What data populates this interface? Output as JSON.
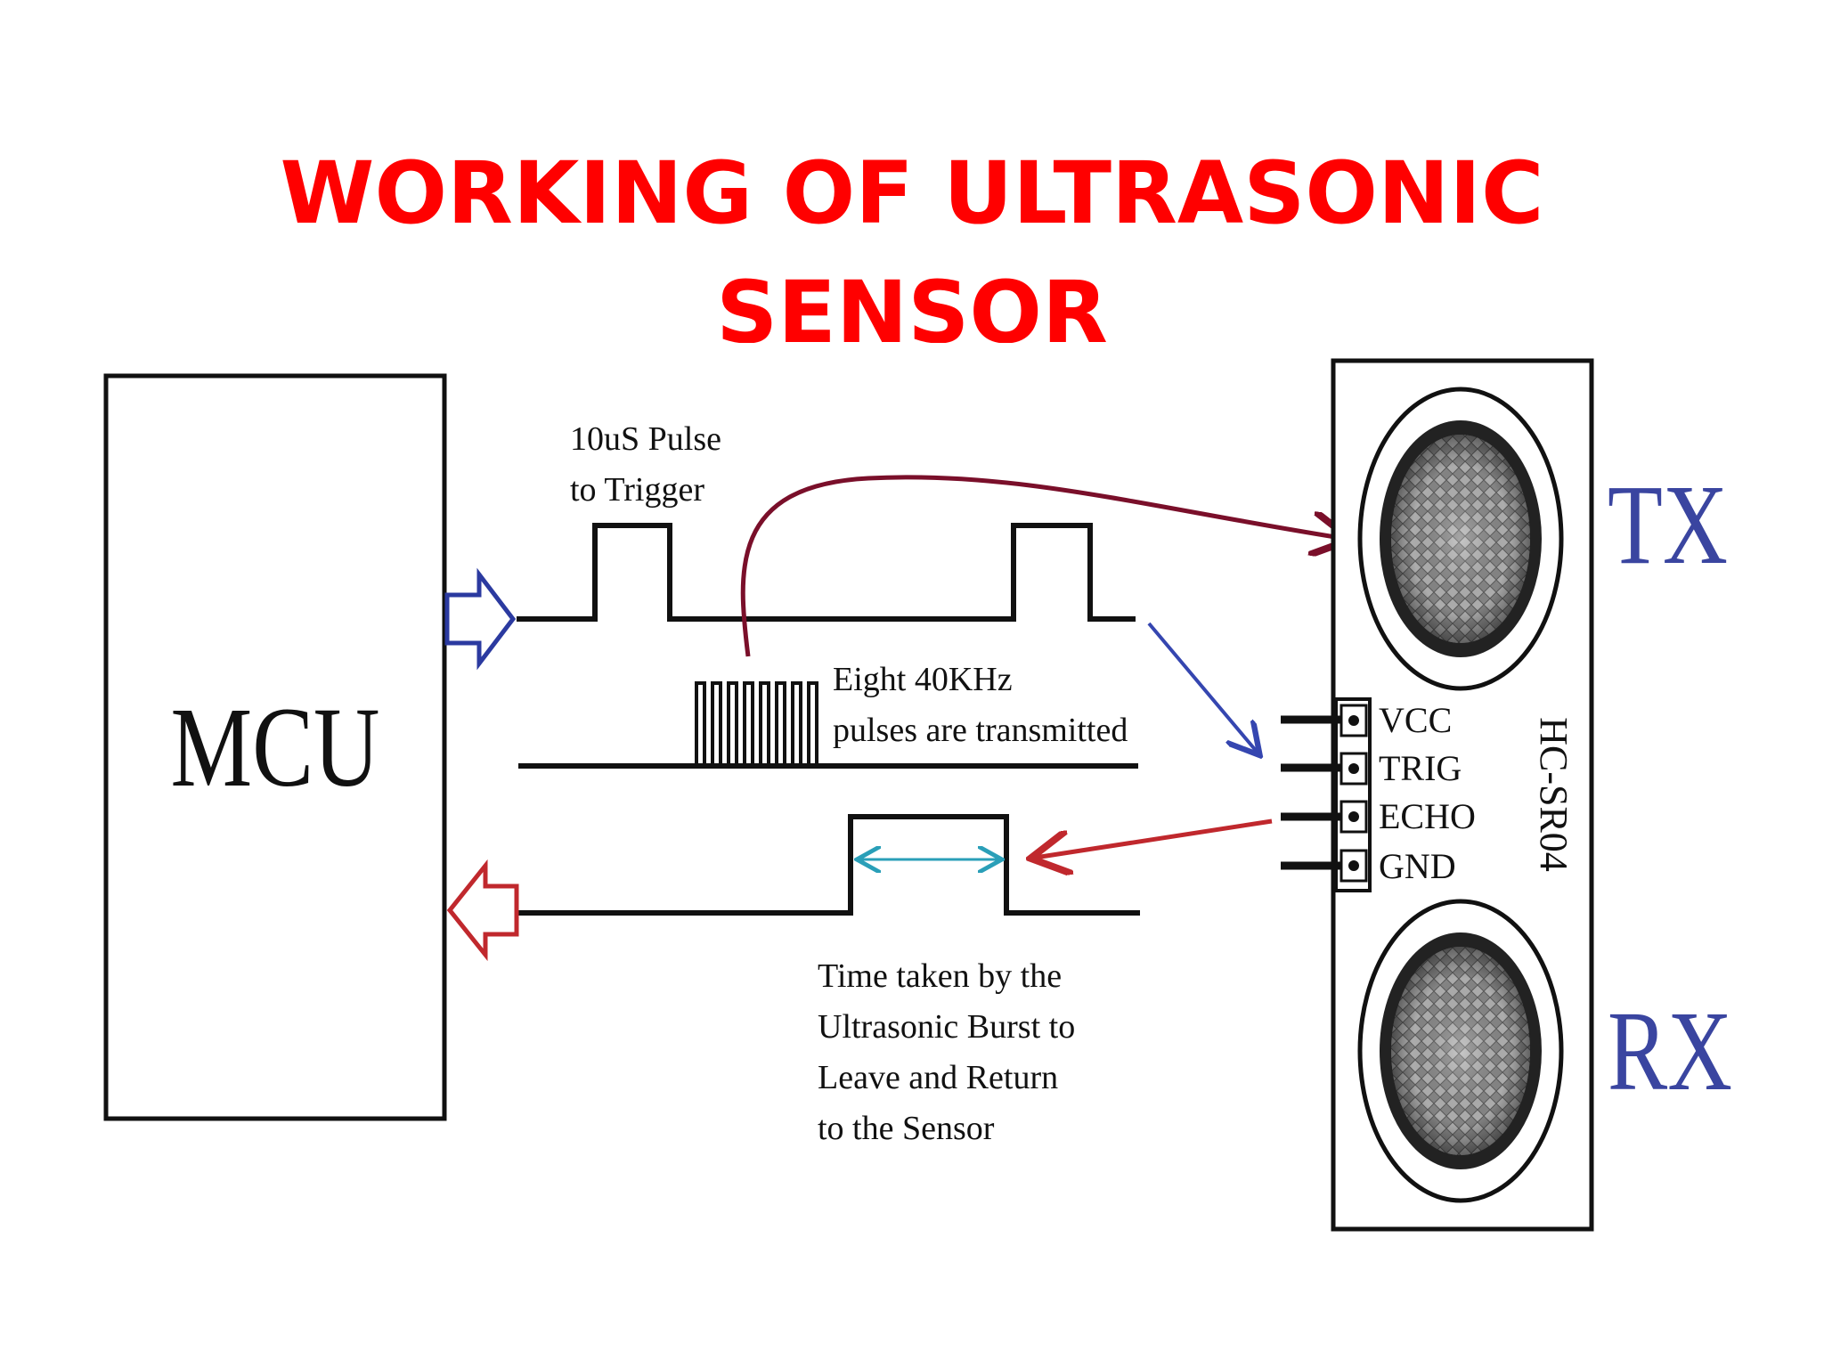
{
  "title": {
    "line1": "WORKING OF ULTRASONIC",
    "line2": "SENSOR",
    "color": "#ff0000"
  },
  "diagram": {
    "mcu_label": "MCU",
    "trigger_label": [
      "10uS Pulse",
      "to Trigger"
    ],
    "burst_label": [
      "Eight 40KHz",
      "pulses are transmitted"
    ],
    "echo_label": [
      "Time taken by the",
      "Ultrasonic Burst to",
      "Leave and Return",
      "to the Sensor"
    ],
    "module_name": "HC-SR04",
    "pins": [
      "VCC",
      "TRIG",
      "ECHO",
      "GND"
    ],
    "tx_label": "TX",
    "rx_label": "RX",
    "colors": {
      "line": "#111111",
      "tx_rx_text": "#3a45a0",
      "input_arrow": "#2b3aa0",
      "output_arrow": "#c0282d",
      "curve_arrow": "#7a0f2a",
      "echo_arrow": "#c0282d",
      "trig_arrow": "#3546b0",
      "time_arrow": "#2a9fb8"
    }
  }
}
